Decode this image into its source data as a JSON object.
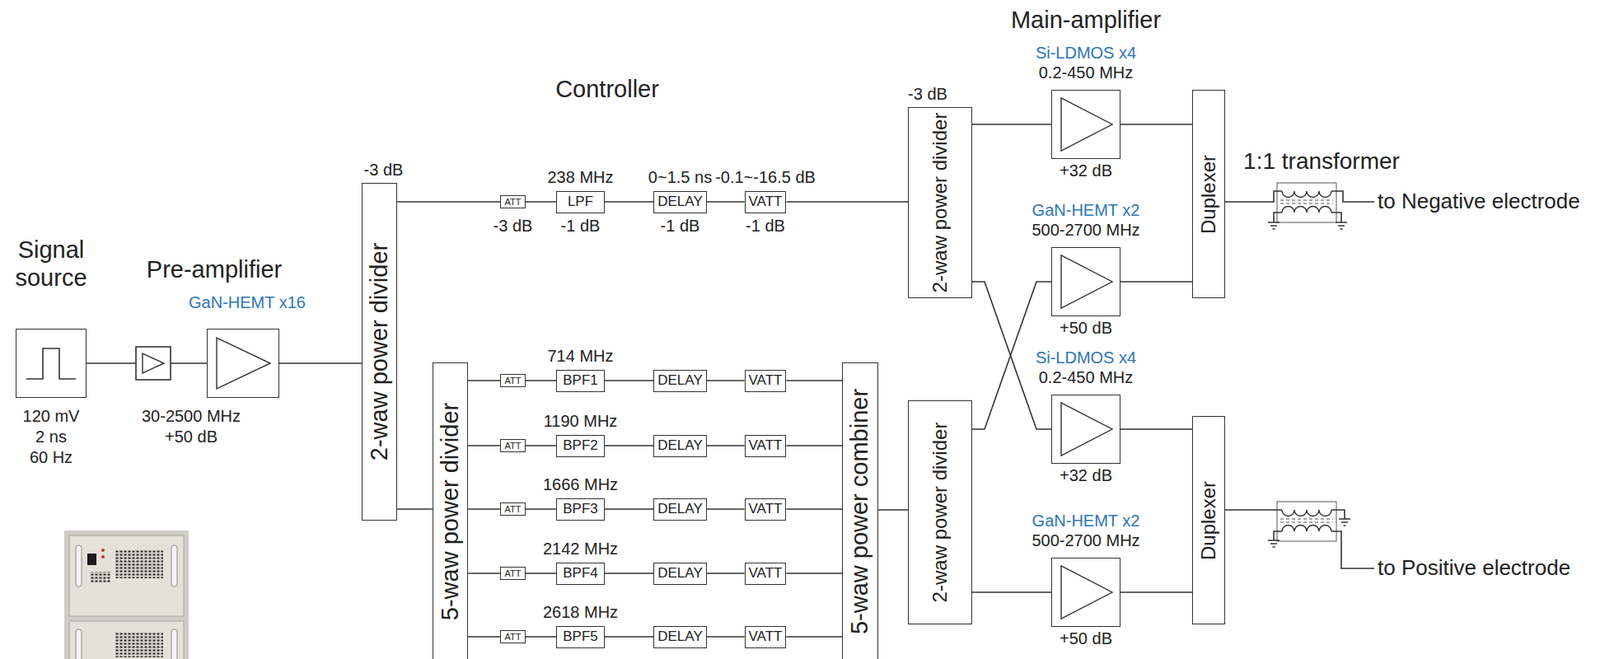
{
  "diagram": {
    "nodes": [
      {
        "text": [
          "Signal source",
          "120 mV",
          "2 ns",
          "60 Hz"
        ]
      },
      {
        "text": [
          "Pre-amplifier",
          "GaN-HEMT x16",
          "30-2500 MHz",
          "+50 dB"
        ]
      },
      {
        "text": [
          "-3 dB",
          "2-waw power divider"
        ]
      },
      {
        "text": [
          "ATT",
          "-3 dB"
        ]
      },
      {
        "text": [
          "238 MHz",
          "LPF",
          "-1 dB"
        ]
      },
      {
        "text": [
          "0~1.5 ns",
          "DELAY",
          "-1 dB"
        ]
      },
      {
        "text": [
          "-0.1~-16.5 dB",
          "VATT",
          "-1 dB"
        ]
      },
      {
        "text": [
          "5-waw power divider"
        ]
      },
      {
        "text": [
          "ATT"
        ]
      },
      {
        "text": [
          "714 MHz",
          "BPF1"
        ]
      },
      {
        "text": [
          "DELAY"
        ]
      },
      {
        "text": [
          "VATT"
        ]
      },
      {
        "text": [
          "ATT"
        ]
      },
      {
        "text": [
          "1190 MHz",
          "BPF2"
        ]
      },
      {
        "text": [
          "DELAY"
        ]
      },
      {
        "text": [
          "VATT"
        ]
      },
      {
        "text": [
          "ATT"
        ]
      },
      {
        "text": [
          "1666 MHz",
          "BPF3"
        ]
      },
      {
        "text": [
          "DELAY"
        ]
      },
      {
        "text": [
          "VATT"
        ]
      },
      {
        "text": [
          "ATT"
        ]
      },
      {
        "text": [
          "2142 MHz",
          "BPF4"
        ]
      },
      {
        "text": [
          "DELAY"
        ]
      },
      {
        "text": [
          "VATT"
        ]
      },
      {
        "text": [
          "ATT"
        ]
      },
      {
        "text": [
          "2618 MHz",
          "BPF5"
        ]
      },
      {
        "text": [
          "DELAY"
        ]
      },
      {
        "text": [
          "VATT"
        ]
      },
      {
        "text": [
          "5-waw power combiner"
        ]
      },
      {
        "text": [
          "-3 dB",
          "2-waw power divider"
        ]
      },
      {
        "text": [
          "2-waw power divider"
        ]
      },
      {
        "text": [
          "Si-LDMOS x4",
          "0.2-450 MHz",
          "+32 dB"
        ]
      },
      {
        "text": [
          "GaN-HEMT x2",
          "500-2700 MHz",
          "+50 dB"
        ]
      },
      {
        "text": [
          "Si-LDMOS x4",
          "0.2-450 MHz",
          "+32 dB"
        ]
      },
      {
        "text": [
          "GaN-HEMT x2",
          "500-2700 MHz",
          "+50 dB"
        ]
      },
      {
        "text": [
          "Duplexer"
        ]
      },
      {
        "text": [
          "Duplexer"
        ]
      }
    ],
    "edges": [
      {
        "from": 0,
        "to": 1,
        "arrow": "none"
      },
      {
        "from": 1,
        "to": 2,
        "arrow": "none"
      },
      {
        "from": 2,
        "to": 3,
        "arrow": "none"
      },
      {
        "from": 2,
        "to": 7,
        "arrow": "none"
      },
      {
        "from": 3,
        "to": 4,
        "arrow": "none"
      },
      {
        "from": 4,
        "to": 5,
        "arrow": "none"
      },
      {
        "from": 5,
        "to": 6,
        "arrow": "none"
      },
      {
        "from": 6,
        "to": 29,
        "arrow": "none"
      },
      {
        "from": 7,
        "to": 8,
        "arrow": "none"
      },
      {
        "from": 8,
        "to": 9,
        "arrow": "none"
      },
      {
        "from": 9,
        "to": 10,
        "arrow": "none"
      },
      {
        "from": 10,
        "to": 11,
        "arrow": "none"
      },
      {
        "from": 11,
        "to": 28,
        "arrow": "none"
      },
      {
        "from": 7,
        "to": 12,
        "arrow": "none"
      },
      {
        "from": 12,
        "to": 13,
        "arrow": "none"
      },
      {
        "from": 13,
        "to": 14,
        "arrow": "none"
      },
      {
        "from": 14,
        "to": 15,
        "arrow": "none"
      },
      {
        "from": 15,
        "to": 28,
        "arrow": "none"
      },
      {
        "from": 7,
        "to": 16,
        "arrow": "none"
      },
      {
        "from": 16,
        "to": 17,
        "arrow": "none"
      },
      {
        "from": 17,
        "to": 18,
        "arrow": "none"
      },
      {
        "from": 18,
        "to": 19,
        "arrow": "none"
      },
      {
        "from": 19,
        "to": 28,
        "arrow": "none"
      },
      {
        "from": 7,
        "to": 20,
        "arrow": "none"
      },
      {
        "from": 20,
        "to": 21,
        "arrow": "none"
      },
      {
        "from": 21,
        "to": 22,
        "arrow": "none"
      },
      {
        "from": 22,
        "to": 23,
        "arrow": "none"
      },
      {
        "from": 23,
        "to": 28,
        "arrow": "none"
      },
      {
        "from": 7,
        "to": 24,
        "arrow": "none"
      },
      {
        "from": 24,
        "to": 25,
        "arrow": "none"
      },
      {
        "from": 25,
        "to": 26,
        "arrow": "none"
      },
      {
        "from": 26,
        "to": 27,
        "arrow": "none"
      },
      {
        "from": 27,
        "to": 28,
        "arrow": "none"
      },
      {
        "from": 28,
        "to": 30,
        "arrow": "none"
      },
      {
        "from": 29,
        "to": 31,
        "arrow": "none"
      },
      {
        "from": 29,
        "to": 33,
        "arrow": "none"
      },
      {
        "from": 30,
        "to": 32,
        "arrow": "none"
      },
      {
        "from": 30,
        "to": 34,
        "arrow": "none"
      },
      {
        "from": 31,
        "to": 35,
        "arrow": "none"
      },
      {
        "from": 32,
        "to": 35,
        "arrow": "none"
      },
      {
        "from": 33,
        "to": 36,
        "arrow": "none"
      },
      {
        "from": 34,
        "to": 36,
        "arrow": "none"
      }
    ],
    "labels": [
      "Controller",
      "Main-amplifier",
      "1:1 transformer",
      "to Negative electrode",
      "to Positive electrode"
    ]
  }
}
